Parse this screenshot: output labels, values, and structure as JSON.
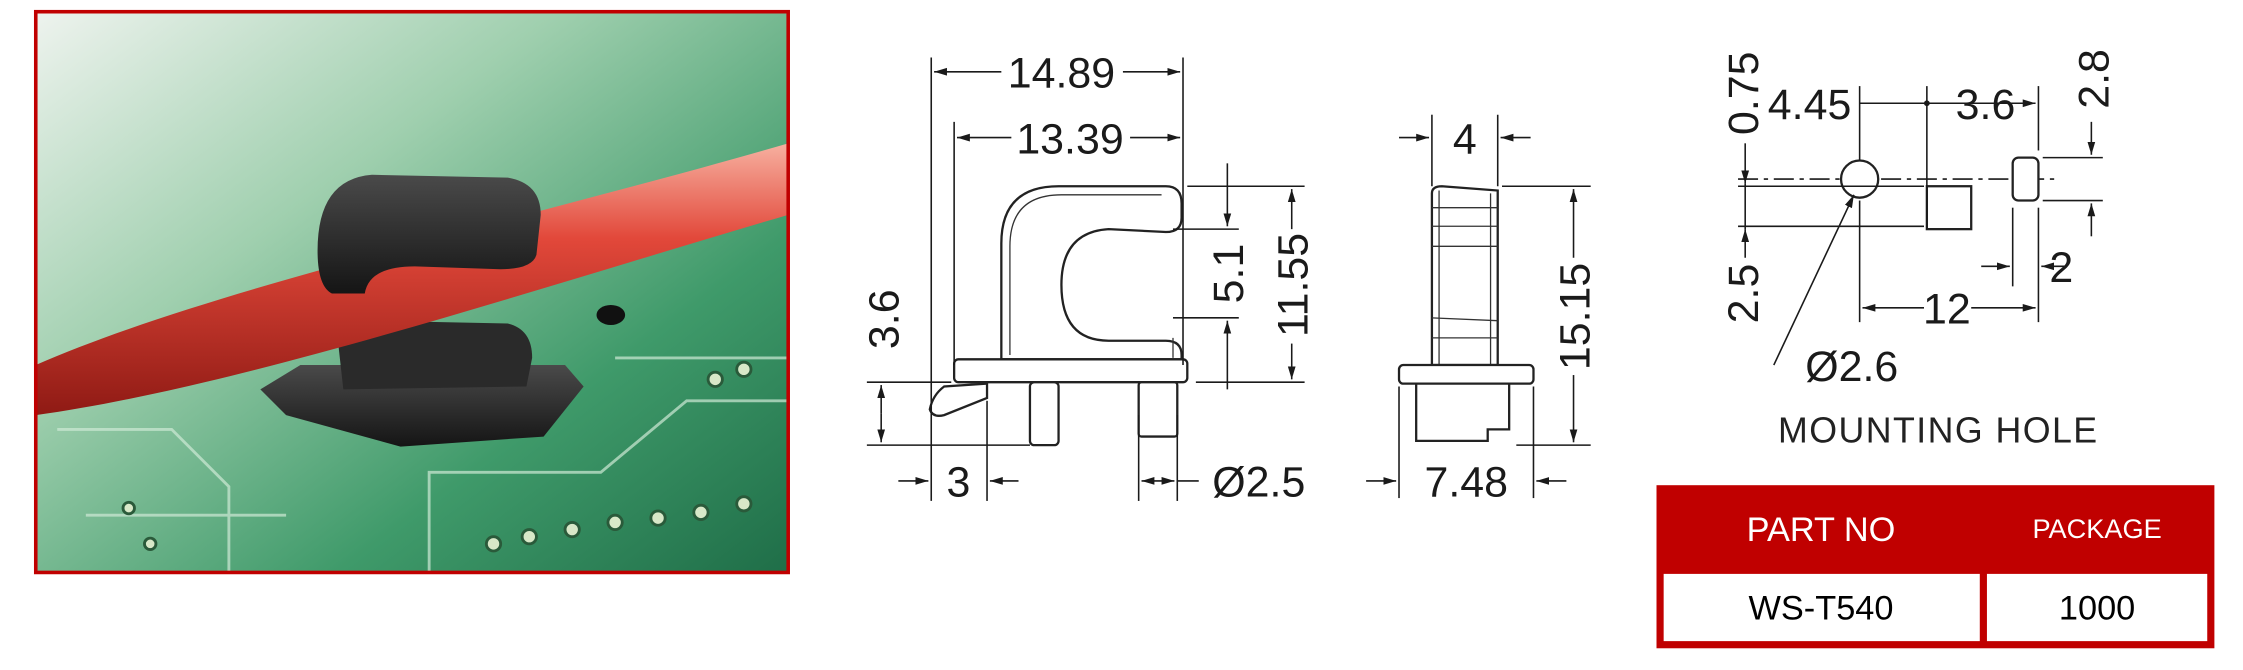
{
  "photo": {
    "alt_subject": "cable-clip-on-pcb",
    "border_color": "#c00000"
  },
  "front_view": {
    "overall_width": "14.89",
    "inner_width": "13.39",
    "cable_opening": "5.1",
    "body_height": "11.55",
    "pin_length": "3.6",
    "tab_width": "3",
    "pin_diameter": "Ø2.5"
  },
  "side_view": {
    "top_width": "4",
    "total_height": "15.15",
    "base_width": "7.48"
  },
  "mounting_hole": {
    "title": "MOUNTING HOLE",
    "offset_x": "4.45",
    "slot_spacing": "3.6",
    "offset_top": "0.75",
    "slot_height": "2.8",
    "offset_bottom": "2.5",
    "slot_width": "2",
    "hole_spacing": "12",
    "hole_diameter": "Ø2.6"
  },
  "table": {
    "header_color": "#c00000",
    "headers": [
      "PART NO",
      "PACKAGE"
    ],
    "rows": [
      [
        "WS-T540",
        "1000"
      ]
    ]
  }
}
